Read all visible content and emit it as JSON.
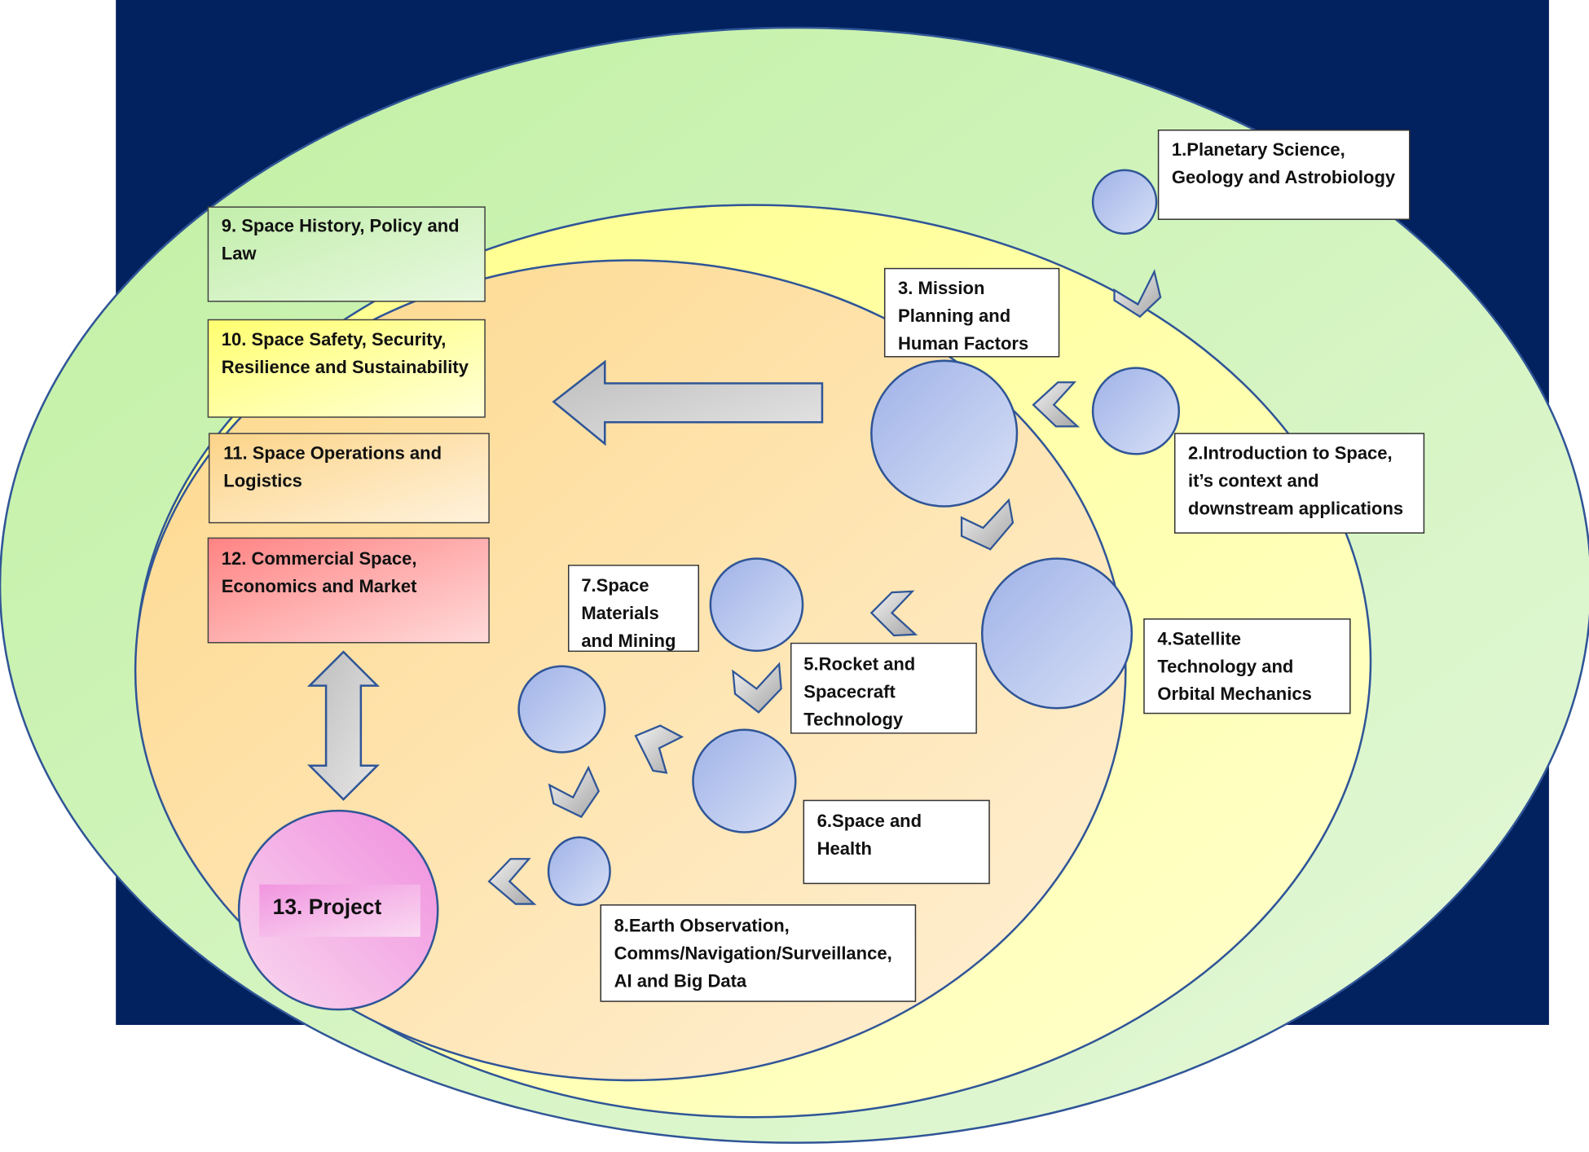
{
  "diagram": {
    "colors": {
      "background_panel": "#02215f",
      "outer_ring": "#c6f3a6",
      "middle_ring": "#ffff99",
      "inner_area": "#fde09b",
      "node_circle": "#a9b9ea",
      "outline": "#2f5597",
      "arrow_fill": "#c8c8c8",
      "project_circle": "#f29de0",
      "box_history": "#c6f0b0",
      "box_safety": "#ffff80",
      "box_operations": "#fcd98f",
      "box_commercial": "#ff8f8f"
    },
    "modules": [
      {
        "id": 1,
        "lines": [
          "1.Planetary Science,",
          "Geology and Astrobiology"
        ]
      },
      {
        "id": 2,
        "lines": [
          "2.Introduction to Space,",
          "it’s context and",
          "downstream applications"
        ]
      },
      {
        "id": 3,
        "lines": [
          "3. Mission",
          "Planning and",
          "Human Factors"
        ]
      },
      {
        "id": 4,
        "lines": [
          "4.Satellite",
          "Technology and",
          "Orbital Mechanics"
        ]
      },
      {
        "id": 5,
        "lines": [
          "5.Rocket and",
          "Spacecraft",
          "Technology"
        ]
      },
      {
        "id": 6,
        "lines": [
          "6.Space and",
          "Health"
        ]
      },
      {
        "id": 7,
        "lines": [
          "7.Space",
          "Materials",
          "and Mining"
        ]
      },
      {
        "id": 8,
        "lines": [
          "8.Earth Observation,",
          "Comms/Navigation/Surveillance,",
          "AI and Big Data"
        ]
      },
      {
        "id": 9,
        "lines": [
          "9. Space History, Policy and",
          "Law"
        ]
      },
      {
        "id": 10,
        "lines": [
          "10. Space Safety, Security,",
          "Resilience and Sustainability"
        ]
      },
      {
        "id": 11,
        "lines": [
          "11. Space Operations and",
          "Logistics"
        ]
      },
      {
        "id": 12,
        "lines": [
          "12. Commercial Space,",
          "Economics and Market"
        ]
      },
      {
        "id": 13,
        "lines": [
          "13. Project"
        ]
      }
    ]
  }
}
